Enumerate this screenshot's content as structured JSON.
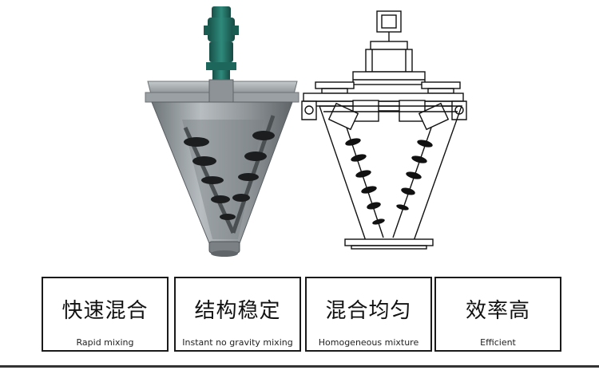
{
  "features": [
    {
      "title": "快速混合",
      "subtitle": "Rapid mixing"
    },
    {
      "title": "结构稳定",
      "subtitle": "Instant no gravity mixing"
    },
    {
      "title": "混合均匀",
      "subtitle": "Homogeneous mixture"
    },
    {
      "title": "效率高",
      "subtitle": "Efficient"
    }
  ],
  "colors": {
    "motor": "#1f6e63",
    "vessel": "#8e9497",
    "lid": "#aeb4b6",
    "outline": "#111111"
  },
  "icons": [
    "mixer-photo-icon",
    "mixer-line-drawing-icon"
  ]
}
